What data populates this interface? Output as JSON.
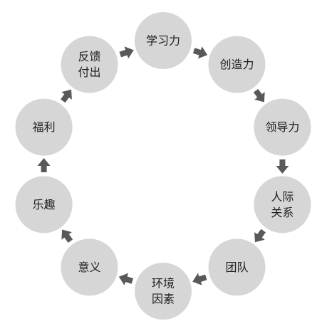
{
  "diagram": {
    "colors": {
      "node_fill": "#d6d6d6",
      "arrow_fill": "#595959",
      "text": "#1f1f1f",
      "background": "#ffffff"
    },
    "cycle_direction": "clockwise",
    "nodes": [
      {
        "id": "learning",
        "lines": [
          "学习力"
        ]
      },
      {
        "id": "creativity",
        "lines": [
          "创造力"
        ]
      },
      {
        "id": "leadership",
        "lines": [
          "领导力"
        ]
      },
      {
        "id": "relationships",
        "lines": [
          "人际",
          "关系"
        ]
      },
      {
        "id": "team",
        "lines": [
          "团队"
        ]
      },
      {
        "id": "environment",
        "lines": [
          "环境",
          "因素"
        ]
      },
      {
        "id": "meaning",
        "lines": [
          "意义"
        ]
      },
      {
        "id": "fun",
        "lines": [
          "乐趣"
        ]
      },
      {
        "id": "welfare",
        "lines": [
          "福利"
        ]
      },
      {
        "id": "feedback",
        "lines": [
          "反馈",
          "付出"
        ]
      }
    ]
  }
}
